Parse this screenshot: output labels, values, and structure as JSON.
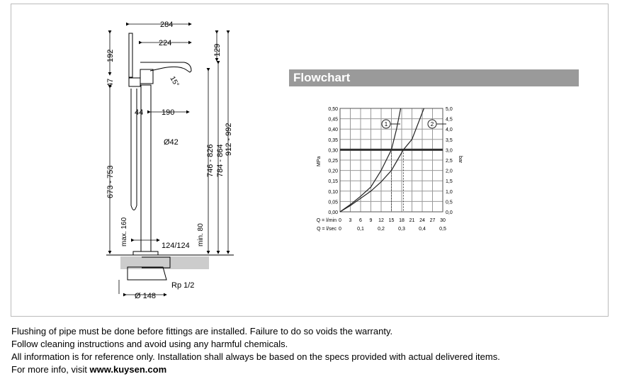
{
  "drawing": {
    "dims": {
      "w284": "284",
      "w224": "224",
      "h192": "192",
      "h129": "129",
      "h47": "47",
      "angle": "15°",
      "w44": "44",
      "w190": "190",
      "d42": "Ø42",
      "h673": "673 - 753",
      "h746": "746 - 826",
      "h784": "784 - 864",
      "h912": "912 - 992",
      "max160": "max. 160",
      "min80": "min. 80",
      "w124": "124/124",
      "rp": "Rp 1/2",
      "d148": "Ø 148"
    }
  },
  "flowchart": {
    "title": "Flowchart"
  },
  "chart_data": {
    "type": "line",
    "title": "Flowchart",
    "ylabel": "MPa",
    "y2label": "bar",
    "xlabel_lmin": "Q = l/min",
    "xlabel_lsec": "Q = l/sec",
    "ylim": [
      0,
      0.5
    ],
    "xlim": [
      0,
      30
    ],
    "y_ticks": [
      "0,00",
      "0,05",
      "0,10",
      "0,15",
      "0,20",
      "0,25",
      "0,30",
      "0,35",
      "0,40",
      "0,45",
      "0,50"
    ],
    "y2_ticks": [
      "0,0",
      "0,5",
      "1,0",
      "1,5",
      "2,0",
      "2,5",
      "3,0",
      "3,5",
      "4,0",
      "4,5",
      "5,0"
    ],
    "x_ticks_lmin": [
      "0",
      "3",
      "6",
      "9",
      "12",
      "15",
      "18",
      "21",
      "24",
      "27",
      "30"
    ],
    "x_ticks_lsec": [
      "0",
      "0,1",
      "0,2",
      "0,3",
      "0,4",
      "0,5"
    ],
    "reference_line_mpa": 0.3,
    "series": [
      {
        "name": "1",
        "x": [
          0,
          3,
          6,
          9,
          12,
          15,
          16.5,
          17.7
        ],
        "y": [
          0,
          0.035,
          0.075,
          0.12,
          0.2,
          0.3,
          0.4,
          0.5
        ],
        "marker_at_0_3": 15
      },
      {
        "name": "2",
        "x": [
          0,
          3,
          6,
          9,
          12,
          15,
          18.5,
          21,
          24.5
        ],
        "y": [
          0,
          0.03,
          0.065,
          0.1,
          0.145,
          0.2,
          0.3,
          0.35,
          0.5
        ],
        "marker_at_0_3": 18.5
      }
    ],
    "grid": true
  },
  "notes": {
    "line1": "Flushing of pipe must be done before fittings are installed. Failure to do so voids the warranty.",
    "line2": "Follow cleaning instructions and avoid using any harmful chemicals.",
    "line3": "All information is for reference only. Installation shall always be based on the specs provided with actual delivered items.",
    "line4_prefix": "For more info, visit ",
    "line4_link": "www.kuysen.com"
  }
}
